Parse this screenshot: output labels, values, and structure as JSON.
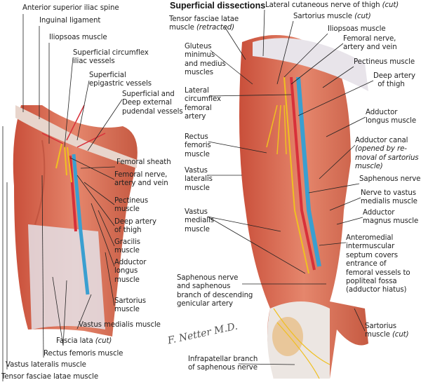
{
  "title": "Superficial dissections",
  "signature": "F. Netter M.D.",
  "colors": {
    "muscle": "#d9634a",
    "muscle_light": "#e9927a",
    "artery": "#d8303a",
    "vein": "#3a9fd0",
    "nerve": "#f0c020",
    "fascia": "#e6e6ea",
    "leader": "#222222"
  },
  "labels": [
    {
      "name": "label-anterior-superior-iliac-spine",
      "lines": [
        "Anterior superior iliac spine"
      ]
    },
    {
      "name": "label-inguinal-ligament",
      "lines": [
        "Inguinal ligament"
      ]
    },
    {
      "name": "label-iliopsoas-muscle-left",
      "lines": [
        "Iliopsoas muscle"
      ]
    },
    {
      "name": "label-superficial-circumflex-iliac-vessels",
      "lines": [
        "Superficial circumflex",
        "iliac vessels"
      ]
    },
    {
      "name": "label-superficial-epigastric-vessels",
      "lines": [
        "Superficial",
        "epigastric vessels"
      ]
    },
    {
      "name": "label-external-pudendal-vessels",
      "lines": [
        "Superficial and",
        "Deep external",
        "pudendal vessels"
      ]
    },
    {
      "name": "label-femoral-sheath",
      "lines": [
        "Femoral sheath"
      ]
    },
    {
      "name": "label-femoral-nerve-left",
      "lines": [
        "Femoral nerve,",
        "artery and vein"
      ]
    },
    {
      "name": "label-pectineus-left",
      "lines": [
        "Pectineus",
        "muscle"
      ]
    },
    {
      "name": "label-deep-artery-left",
      "lines": [
        "Deep artery",
        "of thigh"
      ]
    },
    {
      "name": "label-gracilis",
      "lines": [
        "Gracilis",
        "muscle"
      ]
    },
    {
      "name": "label-adductor-longus-left",
      "lines": [
        "Adductor",
        "longus",
        "muscle"
      ]
    },
    {
      "name": "label-sartorius-left",
      "lines": [
        "Sartorius",
        "muscle"
      ]
    },
    {
      "name": "label-vastus-medialis-left",
      "lines": [
        "Vastus medialis muscle"
      ]
    },
    {
      "name": "label-fascia-lata",
      "lines": [
        [
          "Fascia lata ",
          "(cut)"
        ]
      ]
    },
    {
      "name": "label-rectus-femoris-left",
      "lines": [
        "Rectus femoris muscle"
      ]
    },
    {
      "name": "label-vastus-lateralis-left",
      "lines": [
        "Vastus lateralis muscle"
      ]
    },
    {
      "name": "label-tensor-fasciae-latae-left",
      "lines": [
        "Tensor fasciae latae muscle"
      ]
    },
    {
      "name": "label-lateral-cutaneous-nerve",
      "lines": [
        [
          "Lateral cutaneous nerve of thigh ",
          "(cut)"
        ]
      ]
    },
    {
      "name": "label-sartorius-cut",
      "lines": [
        [
          "Sartorius muscle ",
          "(cut)"
        ]
      ]
    },
    {
      "name": "label-tensor-fasciae-latae-retracted",
      "lines": [
        "Tensor fasciae latae",
        [
          "muscle ",
          "(retracted)"
        ]
      ]
    },
    {
      "name": "label-iliopsoas-muscle-right",
      "lines": [
        "Iliopsoas muscle"
      ]
    },
    {
      "name": "label-femoral-nerve-right",
      "lines": [
        "Femoral nerve,",
        "artery and vein"
      ]
    },
    {
      "name": "label-gluteus",
      "lines": [
        "Gluteus",
        "minimus",
        "and medius",
        "muscles"
      ]
    },
    {
      "name": "label-pectineus-right",
      "lines": [
        "Pectineus muscle"
      ]
    },
    {
      "name": "label-deep-artery-right",
      "lines": [
        "Deep artery",
        "  of thigh"
      ]
    },
    {
      "name": "label-lateral-circumflex-femoral-artery",
      "lines": [
        "Lateral",
        "circumflex",
        "femoral",
        "artery"
      ]
    },
    {
      "name": "label-adductor-longus-right",
      "lines": [
        "Adductor",
        "longus muscle"
      ]
    },
    {
      "name": "label-rectus-femoris-right",
      "lines": [
        "Rectus",
        "femoris",
        "muscle"
      ]
    },
    {
      "name": "label-adductor-canal",
      "lines": [
        "Adductor canal",
        [
          "",
          "(opened by re-"
        ],
        [
          "",
          "moval of sartorius"
        ],
        [
          "",
          "muscle)"
        ]
      ]
    },
    {
      "name": "label-vastus-lateralis-right",
      "lines": [
        "Vastus",
        "lateralis",
        "muscle"
      ]
    },
    {
      "name": "label-saphenous-nerve",
      "lines": [
        "Saphenous nerve"
      ]
    },
    {
      "name": "label-nerve-to-vastus-medialis",
      "lines": [
        "Nerve to vastus",
        "medialis muscle"
      ]
    },
    {
      "name": "label-adductor-magnus",
      "lines": [
        "Adductor",
        "magnus muscle"
      ]
    },
    {
      "name": "label-vastus-medialis-right",
      "lines": [
        "Vastus",
        "medialis",
        "muscle"
      ]
    },
    {
      "name": "label-anteromedial-septum",
      "lines": [
        "Anteromedial",
        "intermuscular",
        "septum covers",
        "entrance of",
        "femoral vessels to",
        "popliteal fossa",
        "(adductor hiatus)"
      ]
    },
    {
      "name": "label-saphenous-branch",
      "lines": [
        "Saphenous nerve",
        "and saphenous",
        "branch of descending",
        "genicular artery"
      ]
    },
    {
      "name": "label-sartorius-cut-lower",
      "lines": [
        "Sartorius",
        [
          "muscle ",
          "(cut)"
        ]
      ]
    },
    {
      "name": "label-infrapatellar-branch",
      "lines": [
        "Infrapatellar branch",
        "of saphenous nerve"
      ]
    }
  ]
}
